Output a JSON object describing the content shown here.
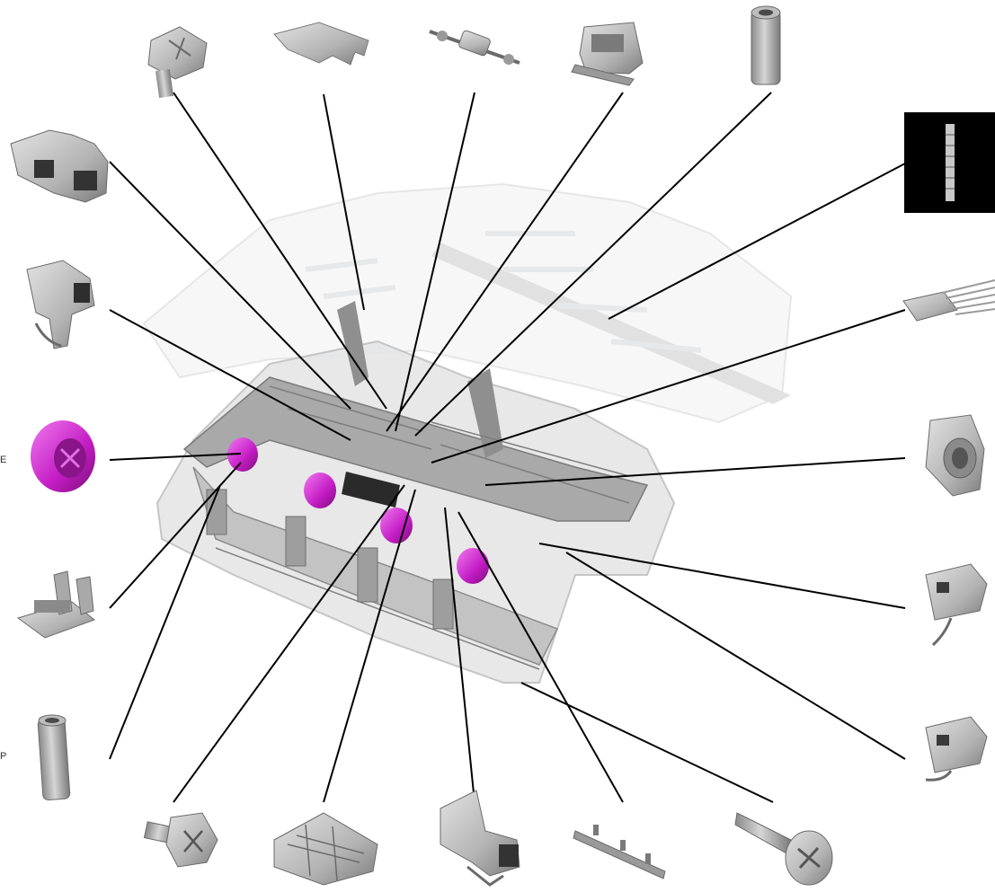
{
  "diagram": {
    "type": "exploded-parts-diagram",
    "background": "#ffffff",
    "colors": {
      "part_gray": "#b9b9b9",
      "part_dark": "#5a5a5a",
      "assembly_ghost": "#e9ebed",
      "roller_magenta": "#cc22cc",
      "leader_line": "#000000",
      "thumbnail_box": "#000000"
    },
    "edge_glyphs": {
      "left_a": "E",
      "left_b": "P"
    },
    "parts": [
      {
        "id": "screw-flanged-top",
        "icon": "flanged-screw-icon"
      },
      {
        "id": "plastic-bracket",
        "icon": "bracket-icon"
      },
      {
        "id": "shaft-with-roller",
        "icon": "shaft-icon"
      },
      {
        "id": "metal-clip",
        "icon": "metal-clip-icon"
      },
      {
        "id": "spacer-tube-top",
        "icon": "tube-icon"
      },
      {
        "id": "gear-rack-thumbnail",
        "icon": "rack-thumbnail-icon"
      },
      {
        "id": "flat-cable-connector",
        "icon": "comb-connector-icon"
      },
      {
        "id": "bushing",
        "icon": "bushing-icon"
      },
      {
        "id": "sensor-switch-upper",
        "icon": "switch-icon"
      },
      {
        "id": "sensor-switch-lower",
        "icon": "switch-icon"
      },
      {
        "id": "screw-tapping",
        "icon": "tapping-screw-icon"
      },
      {
        "id": "spring-plate",
        "icon": "spring-plate-icon"
      },
      {
        "id": "lever-block",
        "icon": "lever-block-icon"
      },
      {
        "id": "guide-frame",
        "icon": "guide-frame-icon"
      },
      {
        "id": "screw-flanged-bottom",
        "icon": "flanged-screw-icon"
      },
      {
        "id": "spacer-tube-left",
        "icon": "tube-icon"
      },
      {
        "id": "hinge-bracket",
        "icon": "hinge-icon"
      },
      {
        "id": "pickup-roller",
        "icon": "roller-icon"
      },
      {
        "id": "latch-clip",
        "icon": "latch-icon"
      },
      {
        "id": "housing-cover",
        "icon": "housing-icon"
      }
    ]
  }
}
